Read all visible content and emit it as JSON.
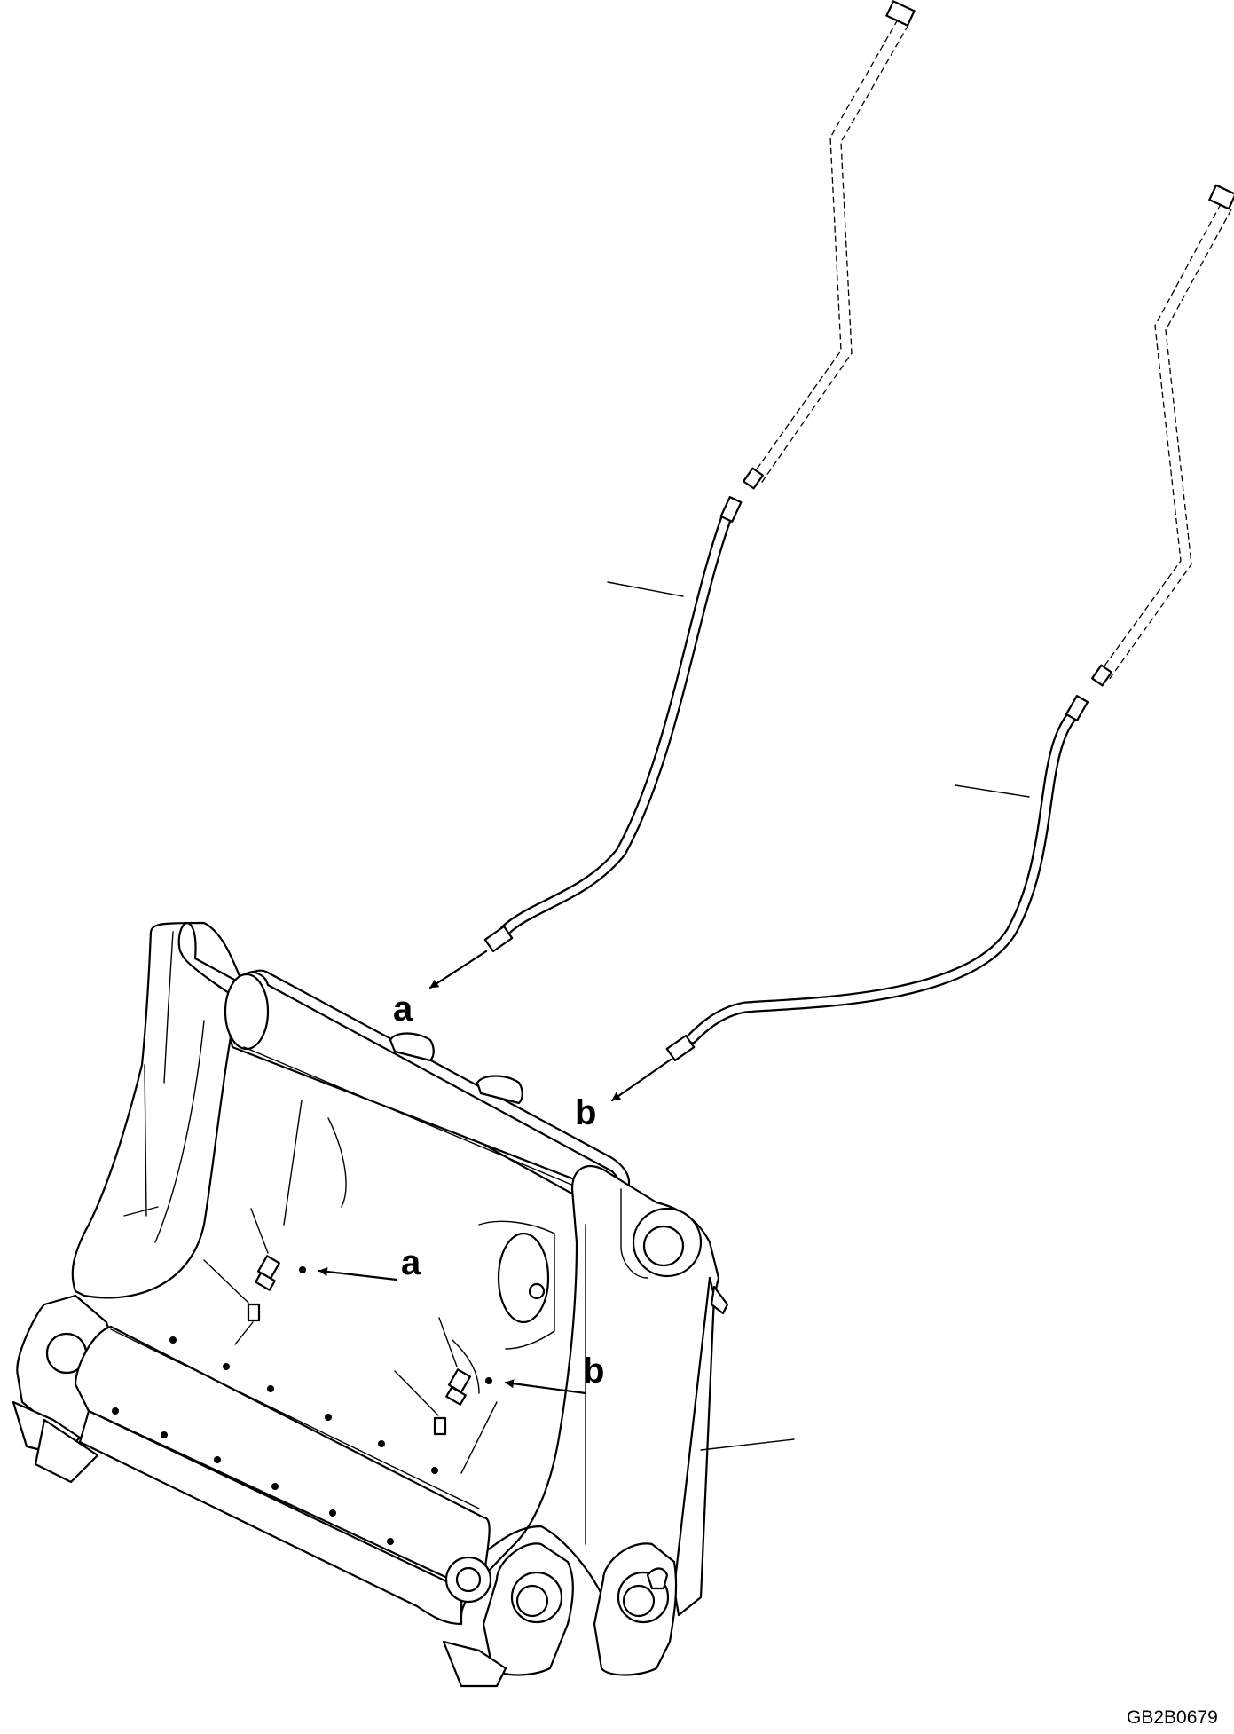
{
  "callouts": {
    "a_upper": "a",
    "b_upper": "b",
    "a_lower": "a",
    "b_lower": "b"
  },
  "figure_code": "GB2B0679"
}
